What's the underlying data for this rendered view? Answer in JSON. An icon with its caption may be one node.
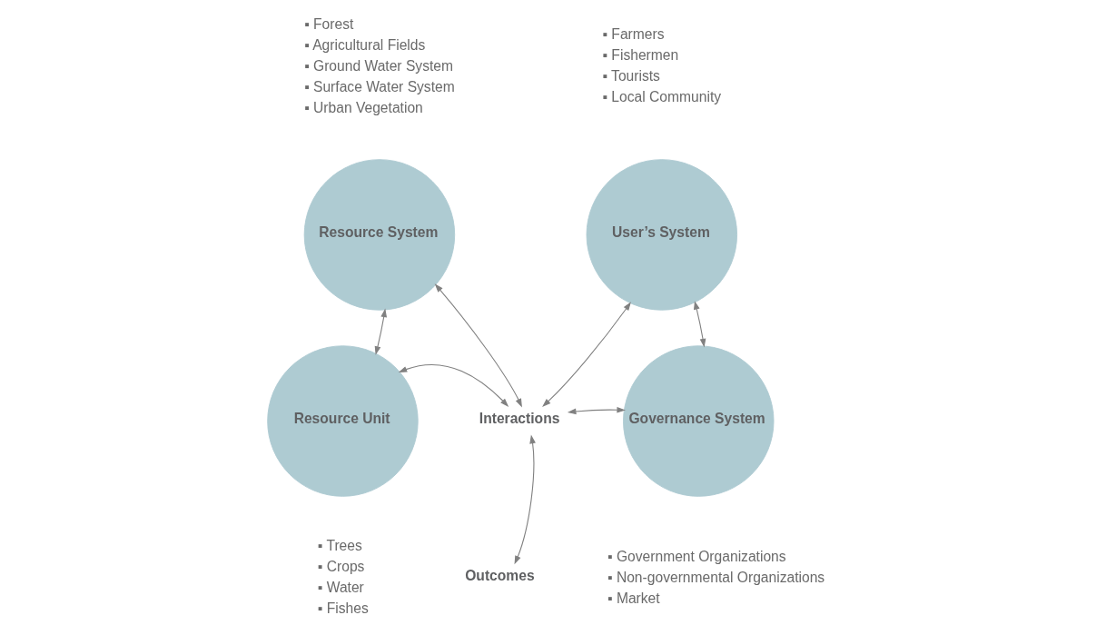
{
  "diagram": {
    "nodes": [
      {
        "text": [
          "Resource System"
        ],
        "beside": [
          "▪ Forest",
          "▪ Agricultural Fields",
          "▪ Ground Water System",
          "▪ Surface Water System",
          "▪ Urban Vegetation"
        ]
      },
      {
        "text": [
          "User’s System"
        ],
        "beside": [
          "▪ Farmers",
          "▪ Fishermen",
          "▪ Tourists",
          "▪ Local Community"
        ]
      },
      {
        "text": [
          "Resource Unit"
        ],
        "beside": [
          "▪ Trees",
          "▪ Crops",
          "▪ Water",
          "▪ Fishes"
        ]
      },
      {
        "text": [
          "Interactions"
        ]
      },
      {
        "text": [
          "Governance System"
        ],
        "beside": [
          "▪ Government Organizations",
          "▪ Non-governmental Organizations",
          "▪ Market"
        ]
      },
      {
        "text": [
          "Outcomes"
        ]
      }
    ],
    "edges": [
      {
        "from": 2,
        "to": 0,
        "arrow": "both"
      },
      {
        "from": 0,
        "to": 3,
        "arrow": "both"
      },
      {
        "from": 1,
        "to": 3,
        "arrow": "both"
      },
      {
        "from": 1,
        "to": 4,
        "arrow": "both"
      },
      {
        "from": 2,
        "to": 3,
        "arrow": "both"
      },
      {
        "from": 3,
        "to": 4,
        "arrow": "both"
      },
      {
        "from": 3,
        "to": 5,
        "arrow": "both"
      }
    ]
  }
}
